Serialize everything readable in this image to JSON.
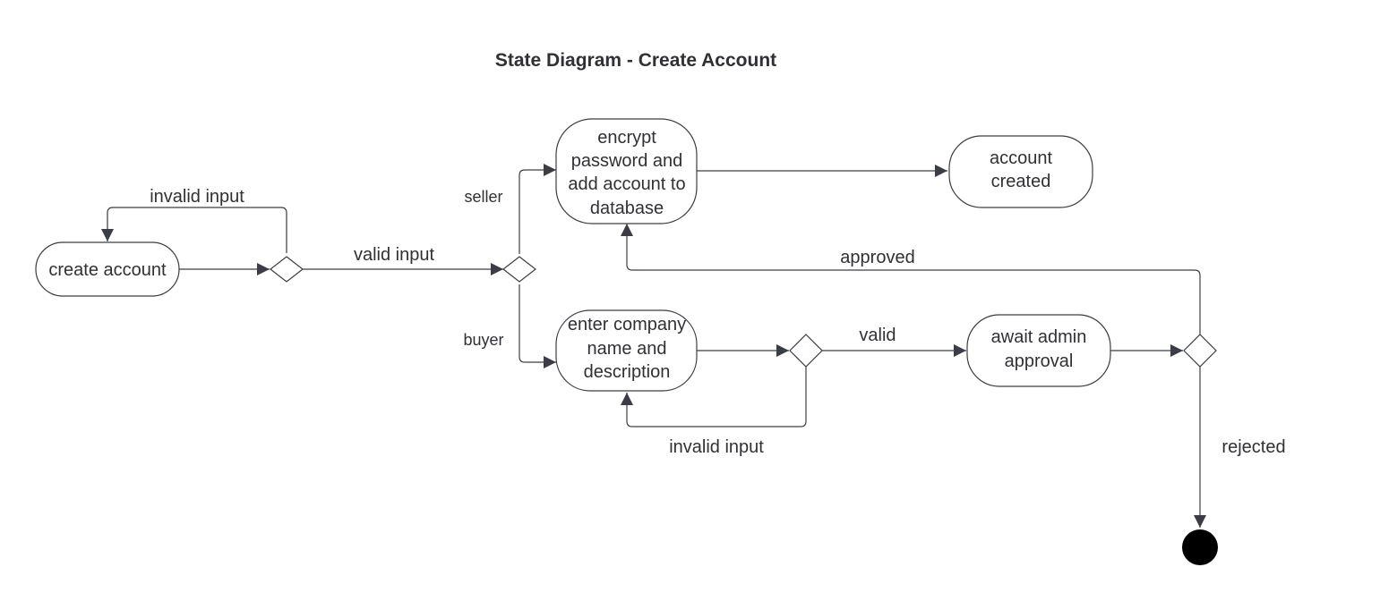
{
  "title": "State Diagram - Create Account",
  "states": {
    "create_account": "create account",
    "encrypt": [
      "encrypt",
      "password and",
      "add account to",
      "database"
    ],
    "account_created": [
      "account",
      "created"
    ],
    "company_info": [
      "enter company",
      "name and",
      "description"
    ],
    "await_approval": [
      "await admin",
      "approval"
    ]
  },
  "edges": {
    "invalid_input_top": "invalid input",
    "valid_input": "valid input",
    "seller": "seller",
    "buyer": "buyer",
    "approved": "approved",
    "valid": "valid",
    "invalid_input_bottom": "invalid input",
    "rejected": "rejected"
  },
  "colors": {
    "stroke": "#3a3d45",
    "text": "#2f3136",
    "final_state": "#000000"
  }
}
